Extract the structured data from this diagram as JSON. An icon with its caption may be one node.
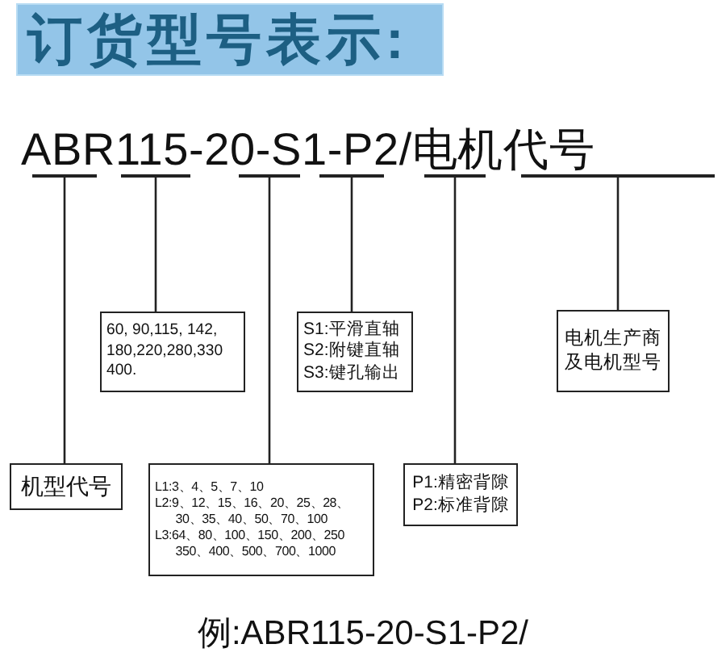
{
  "diagram": {
    "title": "订货型号表示:",
    "caption": "例:ABR115-20-S1-P2/",
    "labels": [
      "ABR115-20-S1-P2/电机代号"
    ],
    "nodes": [
      {
        "text": [],
        "shape": "bar"
      },
      {
        "text": [],
        "shape": "bar"
      },
      {
        "text": [],
        "shape": "bar"
      },
      {
        "text": [],
        "shape": "bar"
      },
      {
        "text": [],
        "shape": "bar"
      },
      {
        "text": [],
        "shape": "bar"
      },
      {
        "text": [
          "60, 90,115, 142, 180,220,280,330 400."
        ]
      },
      {
        "text": [
          "S1:平滑直轴",
          "S2:附键直轴",
          "S3:键孔输出"
        ]
      },
      {
        "text": [
          "电机生产商及电机型号"
        ]
      },
      {
        "text": [
          "机型代号"
        ]
      },
      {
        "text": [
          "L1:3、4、5、7、10",
          "L2:9、12、15、16、20、25、28、30、35、40、50、70、100",
          "L3:64、80、100、150、200、250 350、400、500、700、1000"
        ]
      },
      {
        "text": [
          "P1:精密背隙",
          "P2:标准背隙"
        ]
      }
    ],
    "edges": [
      {
        "from": 0,
        "to": 9,
        "arrow": "none"
      },
      {
        "from": 1,
        "to": 6,
        "arrow": "none"
      },
      {
        "from": 2,
        "to": 10,
        "arrow": "none"
      },
      {
        "from": 3,
        "to": 7,
        "arrow": "none"
      },
      {
        "from": 4,
        "to": 11,
        "arrow": "none"
      },
      {
        "from": 5,
        "to": 8,
        "arrow": "none"
      }
    ]
  }
}
